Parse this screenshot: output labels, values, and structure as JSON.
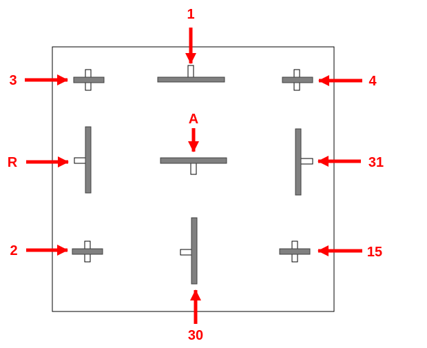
{
  "colors": {
    "arrow": "#ff0000",
    "terminal_fill": "#808080",
    "terminal_stroke": "#404040",
    "tab_fill": "#ffffff",
    "frame": "#000000",
    "background": "#ffffff"
  },
  "pins": {
    "p1": {
      "label": "1"
    },
    "p3": {
      "label": "3"
    },
    "p4": {
      "label": "4"
    },
    "pA": {
      "label": "A"
    },
    "pR": {
      "label": "R"
    },
    "p31": {
      "label": "31"
    },
    "p2": {
      "label": "2"
    },
    "p15": {
      "label": "15"
    },
    "p30": {
      "label": "30"
    }
  }
}
